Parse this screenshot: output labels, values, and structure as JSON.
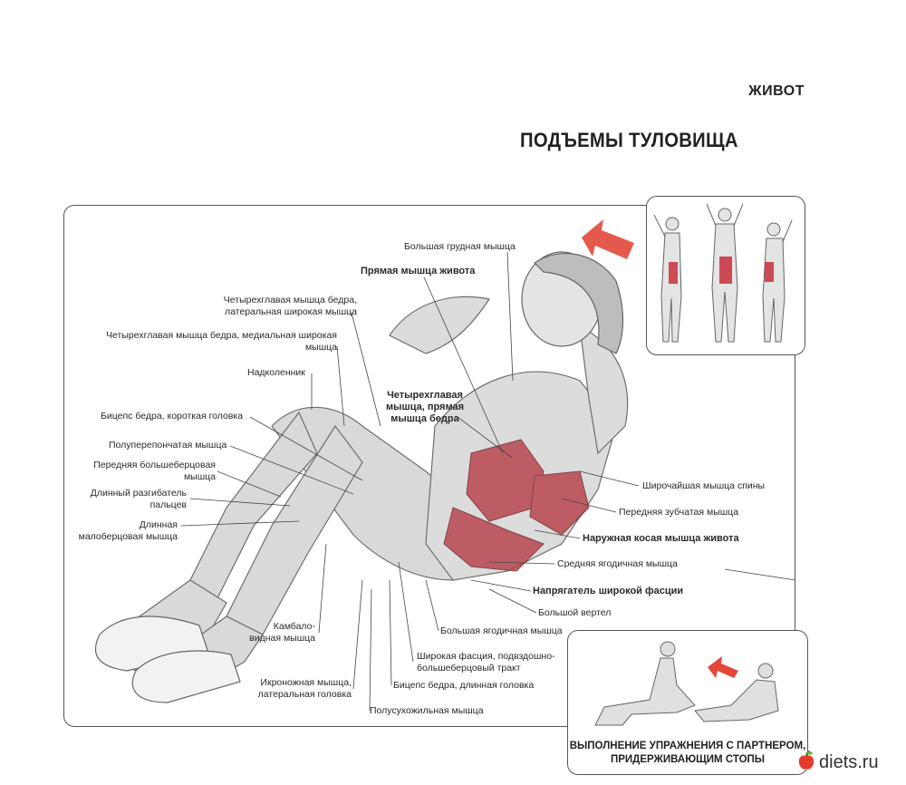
{
  "section": "ЖИВОТ",
  "title": "ПОДЪЕМЫ ТУЛОВИЩА",
  "labels": {
    "pectoralis": "Большая грудная мышца",
    "rectus_abdominis": "Прямая мышца живота",
    "vastus_lateralis": "Четырехглавая мышца бедра,\nлатеральная широкая мышца",
    "vastus_medialis": "Четырехглавая мышца бедра, медиальная широкая\nмышца",
    "patella": "Надколенник",
    "biceps_short": "Бицепс бедра, короткая головка",
    "semimembranosus": "Полуперепончатая мышца",
    "tibialis_anterior": "Передняя большеберцовая\nмышца",
    "extensor_digitorum": "Длинный разгибатель\nпальцев",
    "peroneus": "Длинная\nмалоберцовая мышца",
    "rectus_femoris": "Четырехглавая\nмышца, прямая\nмышца бедра",
    "latissimus": "Широчайшая мышца спины",
    "serratus": "Передняя зубчатая мышца",
    "external_oblique": "Наружная косая мышца живота",
    "gluteus_medius": "Средняя ягодичная мышца",
    "tensor_fasciae": "Напрягатель широкой фасции",
    "greater_trochanter": "Большой вертел",
    "gluteus_maximus": "Большая ягодичная мышца",
    "soleus": "Камбало-\nвидная мышца",
    "iliotibial": "Широкая фасция, подвздошно-\nбольшеберцовый тракт",
    "biceps_long": "Бицепс бедра, длинная головка",
    "gastrocnemius": "Икроножная мышца,\nлатеральная головка",
    "semitendinosus": "Полусухожильная мышца"
  },
  "partner_caption": "ВЫПОЛНЕНИЕ УПРАЖНЕНИЯ С ПАРТНЕРОМ,\nПРИДЕРЖИВАЮЩИМ СТОПЫ",
  "watermark": "diets.ru",
  "colors": {
    "muscle_highlight": "#b8404a",
    "arrow": "#e2473a",
    "outline": "#555555"
  }
}
